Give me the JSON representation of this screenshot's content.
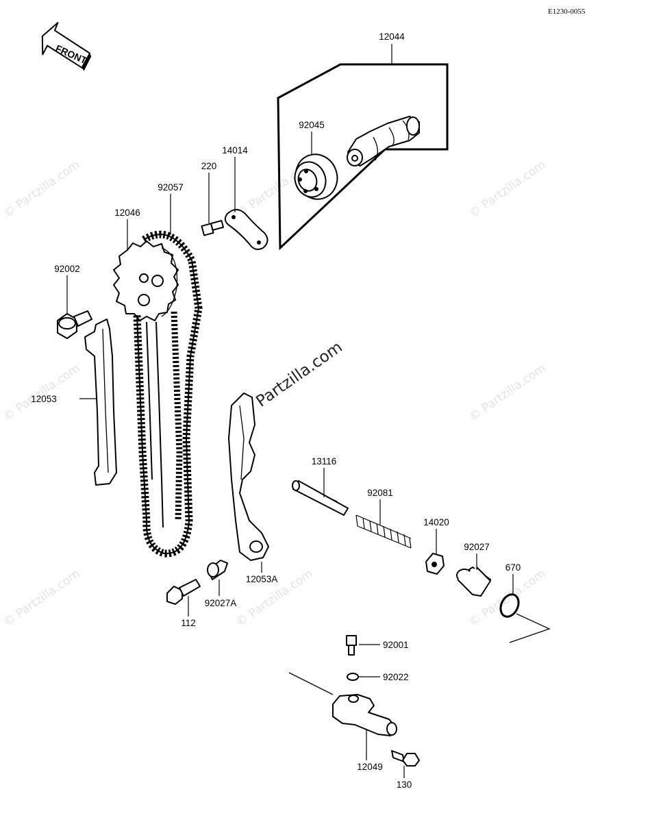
{
  "diagram_code": "E1230-0055",
  "front_label": "FRONT",
  "watermark": "© Partzilla.com",
  "callouts": [
    {
      "id": "12044",
      "text": "12044"
    },
    {
      "id": "92045",
      "text": "92045"
    },
    {
      "id": "14014",
      "text": "14014"
    },
    {
      "id": "220",
      "text": "220"
    },
    {
      "id": "92057",
      "text": "92057"
    },
    {
      "id": "12046",
      "text": "12046"
    },
    {
      "id": "92002",
      "text": "92002"
    },
    {
      "id": "12053",
      "text": "12053"
    },
    {
      "id": "13116",
      "text": "13116"
    },
    {
      "id": "92081",
      "text": "92081"
    },
    {
      "id": "14020",
      "text": "14020"
    },
    {
      "id": "92027",
      "text": "92027"
    },
    {
      "id": "670",
      "text": "670"
    },
    {
      "id": "12053A",
      "text": "12053A"
    },
    {
      "id": "92027A",
      "text": "92027A"
    },
    {
      "id": "112",
      "text": "112"
    },
    {
      "id": "92001",
      "text": "92001"
    },
    {
      "id": "92022",
      "text": "92022"
    },
    {
      "id": "12049",
      "text": "12049"
    },
    {
      "id": "130",
      "text": "130"
    }
  ]
}
